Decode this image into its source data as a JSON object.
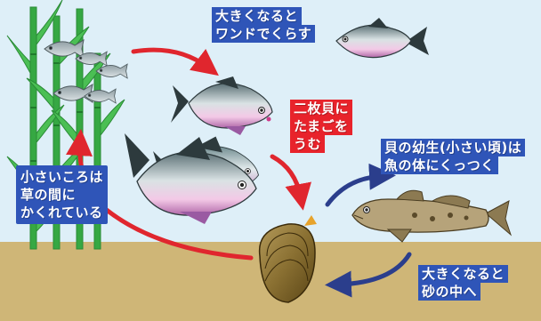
{
  "labels": {
    "grow_to_wando": [
      "大きくなると",
      "ワンドでくらす"
    ],
    "lay_eggs": [
      "二枚貝に",
      "たまごを",
      "うむ"
    ],
    "larva_attach": [
      "貝の幼生(小さい頃)は",
      "魚の体にくっつく"
    ],
    "grow_to_sand": [
      "大きくなると",
      "砂の中へ"
    ],
    "hide_in_grass": [
      "小さいころは",
      "草の間に",
      "かくれている"
    ]
  },
  "colors": {
    "water": "#deeff8",
    "sand": "#cfb677",
    "reed": "#36a843",
    "red_arrow": "#e0262e",
    "blue_arrow": "#2b3e8c",
    "label_blue": "#2f55b8",
    "label_red": "#e8232b"
  }
}
